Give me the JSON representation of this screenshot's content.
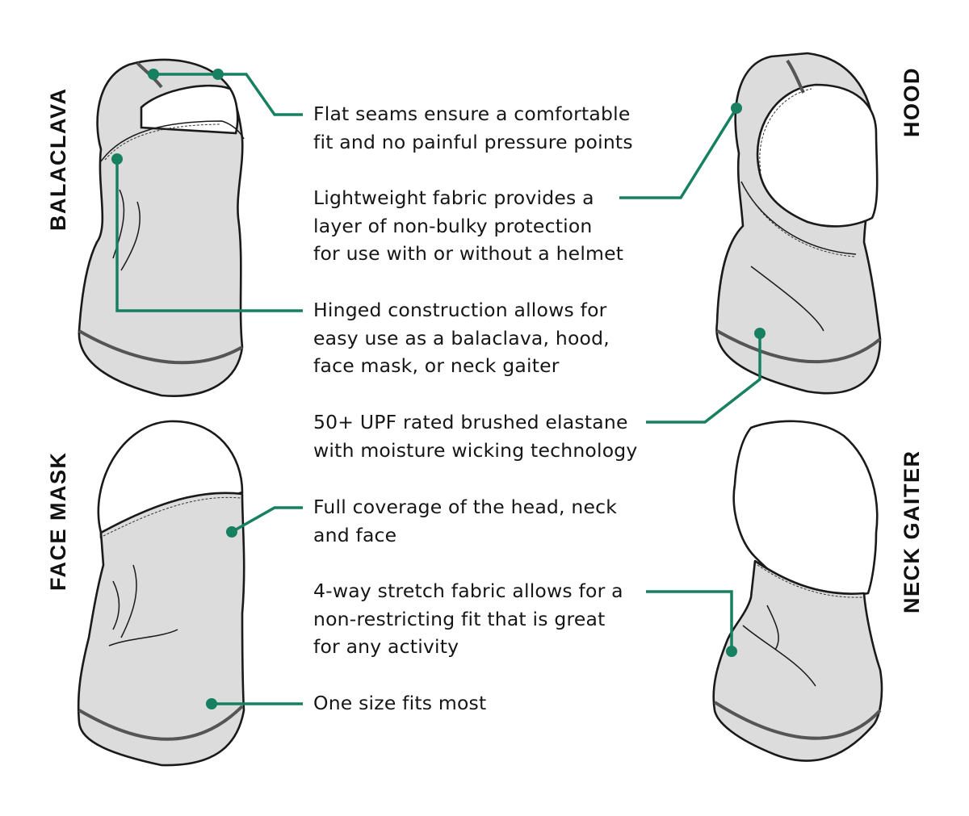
{
  "accent_color": "#178060",
  "fabric_color": "#dcdcdc",
  "outline_color": "#1a1a1a",
  "styles": [
    {
      "id": "balaclava",
      "label": "BALACLAVA"
    },
    {
      "id": "hood",
      "label": "HOOD"
    },
    {
      "id": "face_mask",
      "label": "FACE MASK"
    },
    {
      "id": "neck_gaiter",
      "label": "NECK GAITER"
    }
  ],
  "features": [
    {
      "lines": [
        "Flat seams ensure a comfortable",
        "fit and no painful pressure points"
      ]
    },
    {
      "lines": [
        "Lightweight fabric provides a",
        "layer of non-bulky protection",
        "for use with or without a helmet"
      ]
    },
    {
      "lines": [
        "Hinged construction allows for",
        "easy use as a balaclava, hood,",
        "face mask, or neck gaiter"
      ]
    },
    {
      "lines": [
        "50+ UPF rated brushed elastane",
        "with moisture wicking technology"
      ]
    },
    {
      "lines": [
        "Full coverage of the head, neck",
        "and face"
      ]
    },
    {
      "lines": [
        "4-way stretch fabric allows for a",
        "non-restricting fit that is great",
        "for any activity"
      ]
    },
    {
      "lines": [
        "One size fits most"
      ]
    }
  ]
}
